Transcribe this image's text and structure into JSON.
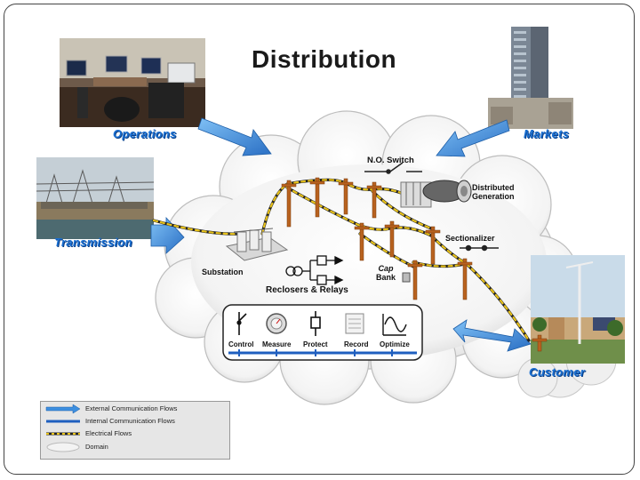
{
  "title": "Distribution",
  "domains": {
    "operations": "Operations",
    "markets": "Markets",
    "transmission": "Transmission",
    "customer": "Customer"
  },
  "components": {
    "no_switch": "N.O. Switch",
    "distributed_generation_line1": "Distributed",
    "distributed_generation_line2": "Generation",
    "sectionalizer": "Sectionalizer",
    "substation": "Substation",
    "cap_bank_line1": "Cap",
    "cap_bank_line2": "Bank",
    "reclosers_relays": "Reclosers & Relays"
  },
  "functions": [
    "Control",
    "Measure",
    "Protect",
    "Record",
    "Optimize"
  ],
  "legend": [
    {
      "label": "External Communication Flows",
      "kind": "external-arrow"
    },
    {
      "label": "Internal Communication Flows",
      "kind": "internal-line"
    },
    {
      "label": "Electrical Flows",
      "kind": "electrical-dashed"
    },
    {
      "label": "Domain",
      "kind": "domain-cloud"
    }
  ],
  "colors": {
    "blue_label": "#1a6fd1",
    "arrow_blue": "#3d8fe0",
    "wire_yellow": "#e8c21a",
    "internal_blue": "#1f5fbf",
    "pole_brown": "#b8621f"
  }
}
